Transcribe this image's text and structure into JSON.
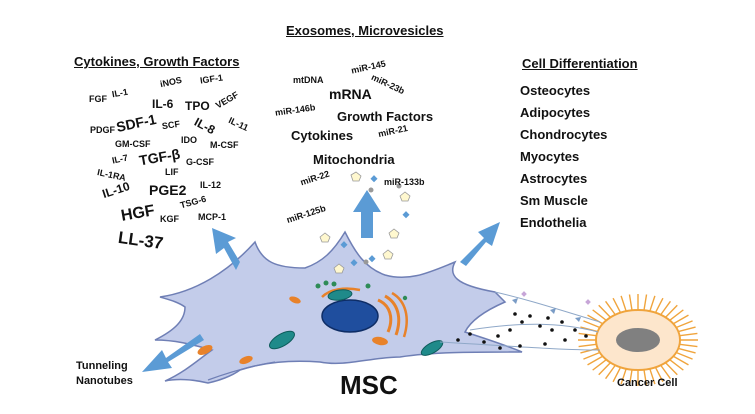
{
  "headers": {
    "exosomes": "Exosomes, Microvesicles",
    "cytokines": "Cytokines, Growth Factors",
    "differentiation": "Cell Differentiation"
  },
  "cytokines": {
    "fgf": "FGF",
    "il1": "IL-1",
    "inos": "iNOS",
    "igf1": "IGF-1",
    "il6": "IL-6",
    "tpo": "TPO",
    "vegf": "VEGF",
    "pdgf": "PDGF",
    "sdf1": "SDF-1",
    "scf": "SCF",
    "il8": "IL-8",
    "il11": "IL-11",
    "gmcsf": "GM-CSF",
    "ido": "IDO",
    "mcsf": "M-CSF",
    "il7": "IL-7",
    "tgfb": "TGF-β",
    "gcsf": "G-CSF",
    "lif": "LIF",
    "il1ra": "IL-1RA",
    "il10": "IL-10",
    "pge2": "PGE2",
    "il12": "IL-12",
    "tsg6": "TSG-6",
    "hgf": "HGF",
    "kgf": "KGF",
    "mcp1": "MCP-1",
    "ll37": "LL-37"
  },
  "exosomes": {
    "mir145": "miR-145",
    "mtdna": "mtDNA",
    "mir23b": "miR-23b",
    "mrna": "mRNA",
    "mir146b": "miR-146b",
    "growth_factors": "Growth Factors",
    "cytokines": "Cytokines",
    "mir21": "miR-21",
    "mitochondria": "Mitochondria",
    "mir22": "miR-22",
    "mir133b": "miR-133b",
    "mir125b": "miR-125b"
  },
  "differentiation": [
    "Osteocytes",
    "Adipocytes",
    "Chondrocytes",
    "Myocytes",
    "Astrocytes",
    "Sm Muscle",
    "Endothelia"
  ],
  "labels": {
    "msc": "MSC",
    "tunneling_1": "Tunneling",
    "tunneling_2": "Nanotubes",
    "cancer_cell": "Cancer Cell"
  },
  "colors": {
    "cell_fill": "#c3ccea",
    "cell_stroke": "#6f7fb5",
    "arrow": "#5b9bd5",
    "nucleus": "#1f4e9e",
    "mito": "#1f8a8a",
    "golgi": "#e8822a",
    "cancer_spikes": "#f0a43c",
    "cancer_nucleus": "#808080"
  }
}
